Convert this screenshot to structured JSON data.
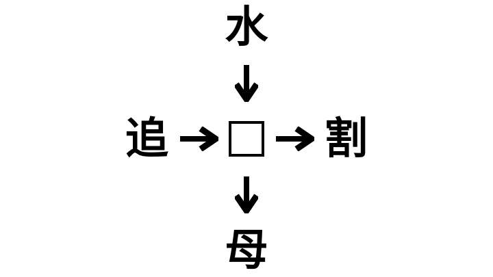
{
  "puzzle": {
    "top_kanji": "水",
    "left_kanji": "追",
    "right_kanji": "割",
    "bottom_kanji": "母",
    "center_box": "empty-square",
    "arrows": {
      "top_to_center": "arrow-down",
      "left_to_center": "arrow-right",
      "center_to_right": "arrow-right",
      "center_to_bottom": "arrow-down"
    },
    "colors": {
      "background": "#ffffff",
      "glyph": "#000000"
    }
  }
}
